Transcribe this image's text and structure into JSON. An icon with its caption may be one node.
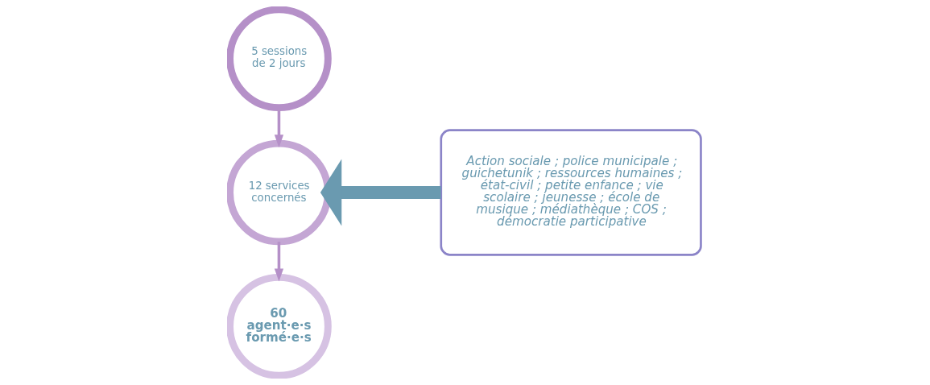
{
  "diagram": {
    "nodes": [
      {
        "text": [
          "5 sessions de 2 jours"
        ]
      },
      {
        "text": [
          "12 services concernés"
        ]
      },
      {
        "text": [
          "60 agent·e·s formé·e·s"
        ]
      },
      {
        "text": [
          "Action sociale ; police municipale ; guichetunik ; ressources humaines ; état-civil ; petite enfance ; vie scolaire ; jeunesse ; école de musique ; médiathèque ; COS ; démocratie participative"
        ]
      }
    ],
    "edges": [
      {
        "from": 0,
        "to": 1,
        "arrow": "to"
      },
      {
        "from": 1,
        "to": 2,
        "arrow": "to"
      },
      {
        "from": 3,
        "to": 1,
        "arrow": "to",
        "style": "thick",
        "color": "#6a9ab0"
      }
    ]
  }
}
